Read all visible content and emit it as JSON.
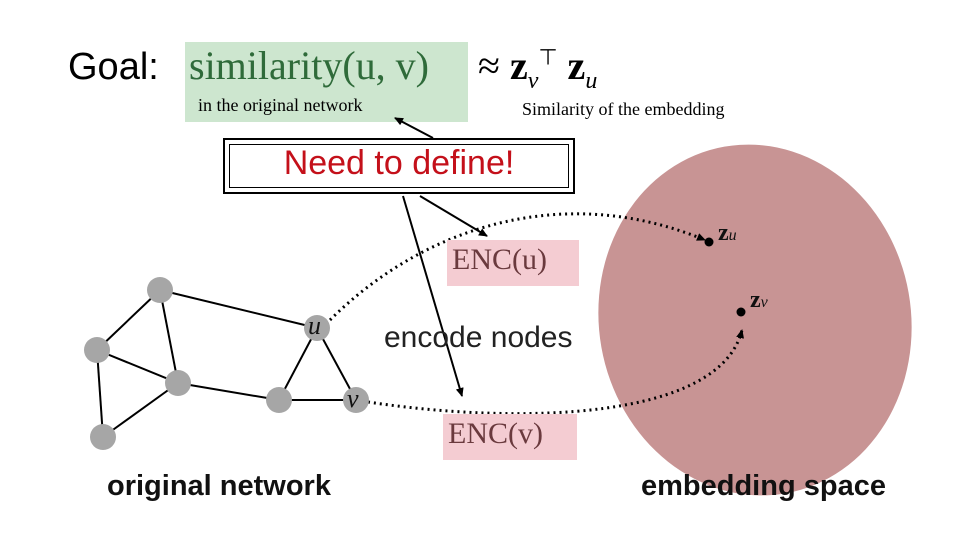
{
  "goal": {
    "label": "Goal:",
    "similarity_expr": "similarity(u, v)",
    "similarity_note": "in the original network",
    "approx_expr": "≈ zv⊤ zu",
    "approx_symbol": "≈",
    "zv_base": "z",
    "zv_sub": "v",
    "transpose": "⊤",
    "zu_base": "z",
    "zu_sub": "u",
    "embedding_note": "Similarity of the embedding"
  },
  "callout": {
    "text": "Need to define!"
  },
  "encoder": {
    "enc_u": "ENC(u)",
    "enc_v": "ENC(v)",
    "encode_label": "encode nodes"
  },
  "network": {
    "node_u_label": "u",
    "node_v_label": "v",
    "caption": "original network"
  },
  "embedding": {
    "zu_base": "z",
    "zu_sub": "u",
    "zv_base": "z",
    "zv_sub": "v",
    "caption": "embedding space"
  },
  "colors": {
    "similarity_highlight": "#cde6cf",
    "enc_highlight": "#f4ccd2",
    "callout_text": "#c4101a",
    "embedding_space": "#c89494",
    "node_fill": "#a6a6a6"
  }
}
